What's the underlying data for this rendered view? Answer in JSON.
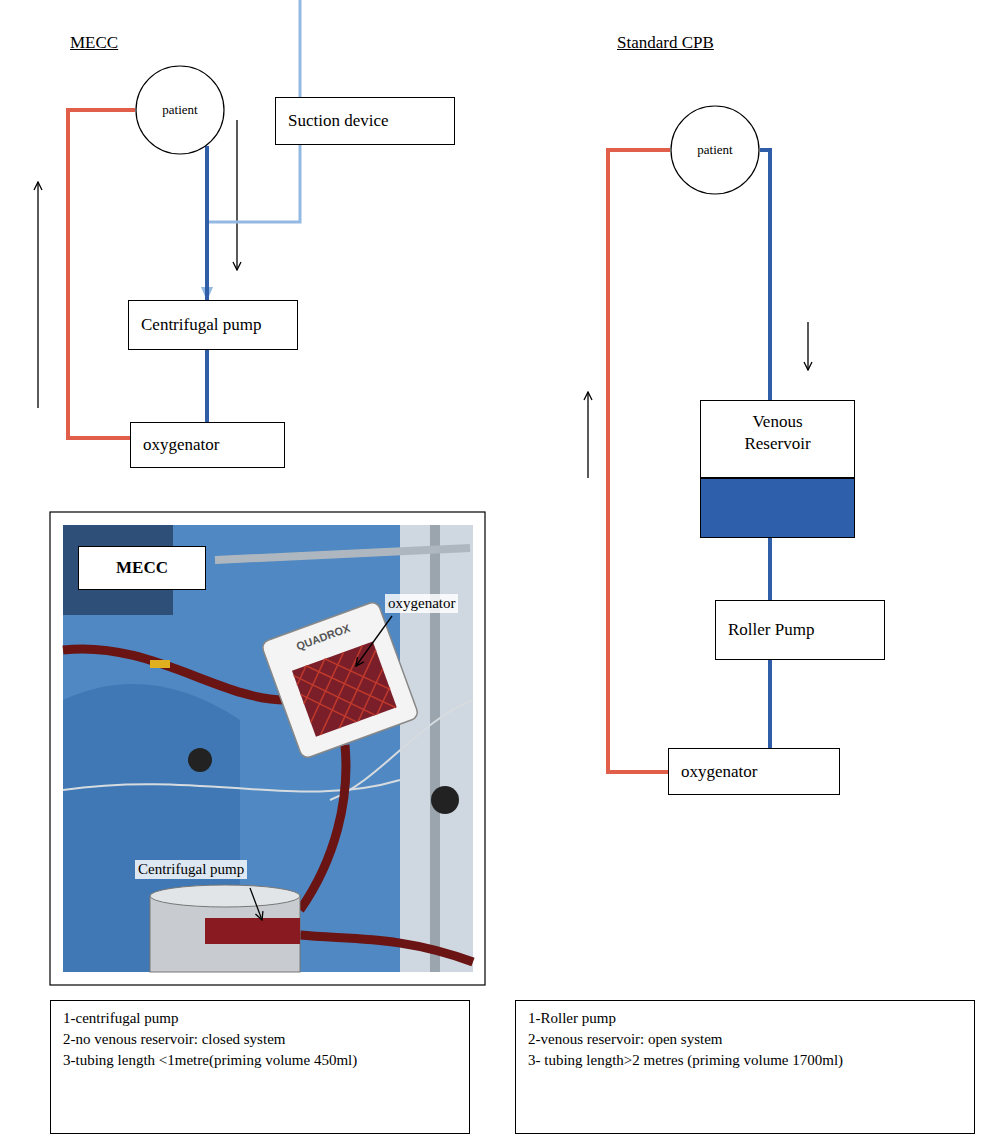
{
  "diagram": {
    "nodes": [
      {
        "text": [
          "patient"
        ]
      },
      {
        "text": [
          "Suction device"
        ]
      },
      {
        "text": [
          "Centrifugal pump"
        ]
      },
      {
        "text": [
          "oxygenator"
        ]
      },
      {
        "text": [
          "patient"
        ]
      },
      {
        "text": [
          "Venous Reservoir"
        ]
      },
      {
        "text": [
          "Roller Pump"
        ]
      },
      {
        "text": [
          "oxygenator"
        ]
      },
      {
        "text": [
          "MECC"
        ]
      },
      {
        "text": [
          "1-centrifugal pump",
          "2-no venous reservoir: closed system",
          "3-tubing length <1metre(priming volume 450ml)"
        ]
      },
      {
        "text": [
          "1-Roller pump",
          "2-venous reservoir: open system",
          "3- tubing length>2 metres (priming volume 1700ml)"
        ]
      }
    ],
    "edges": [
      {
        "from": 0,
        "to": 2,
        "arrow": "none"
      },
      {
        "from": 1,
        "to": 2,
        "arrow": "to"
      },
      {
        "from": 2,
        "to": 3,
        "arrow": "none"
      },
      {
        "from": 3,
        "to": 0,
        "arrow": "none"
      },
      {
        "from": 4,
        "to": 5,
        "arrow": "none"
      },
      {
        "from": 5,
        "to": 6,
        "arrow": "none"
      },
      {
        "from": 6,
        "to": 7,
        "arrow": "none"
      },
      {
        "from": 7,
        "to": 4,
        "arrow": "none"
      }
    ],
    "labels": [
      "MECC",
      "Standard CPB",
      "oxygenator",
      "Centrifugal pump",
      "QUADROX"
    ]
  }
}
